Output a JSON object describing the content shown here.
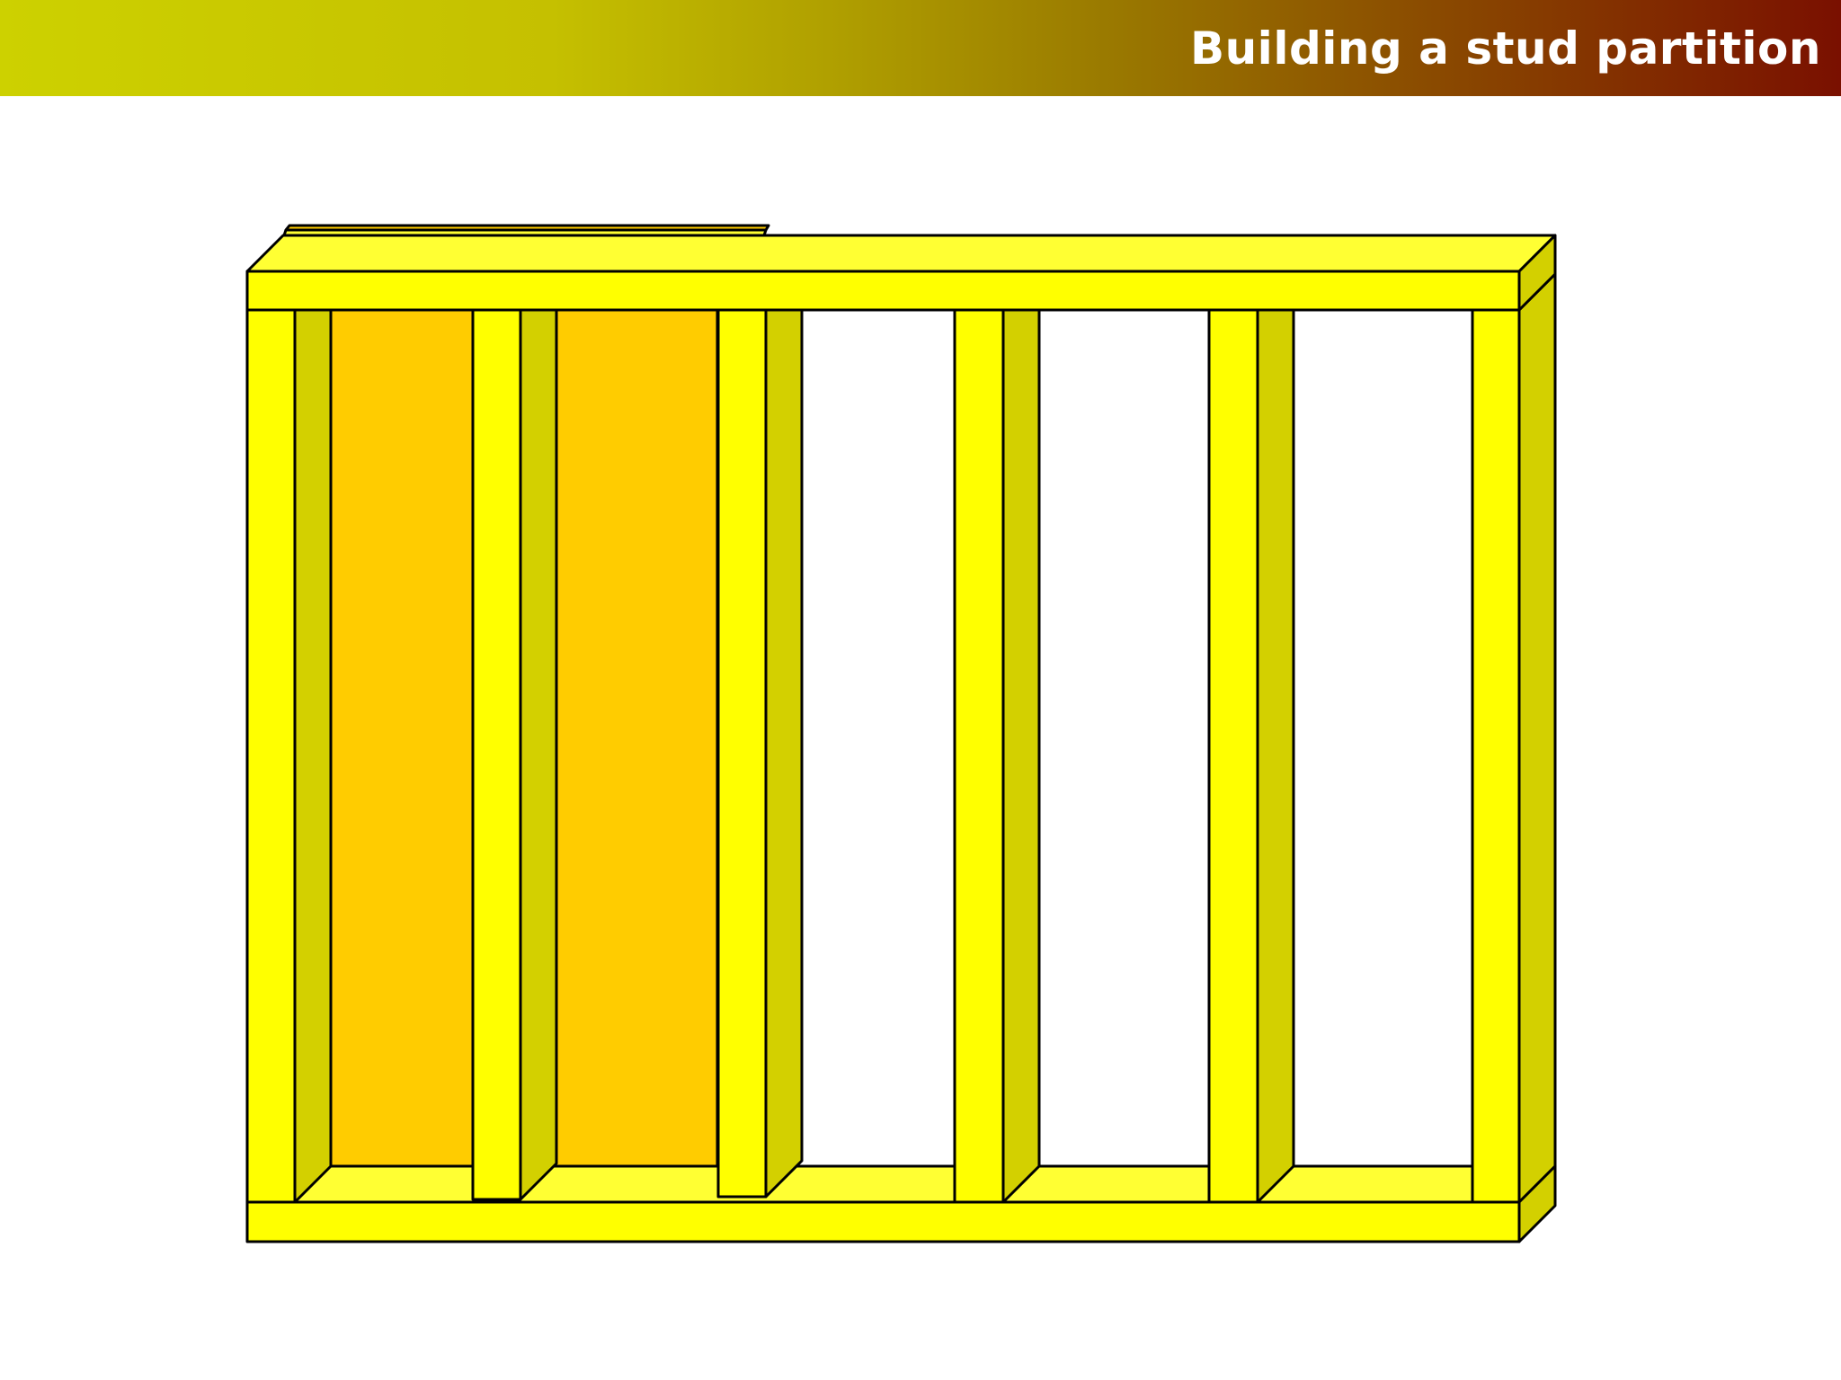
{
  "slide": {
    "title": "Building a stud partition"
  },
  "colors": {
    "header_gradient_start": "#cdd100",
    "header_gradient_end": "#7a1000",
    "title_text": "#ffffff",
    "timber_front": "#ffff00",
    "timber_top": "#ffff33",
    "timber_side": "#d3d000",
    "plasterboard": "#ffcc00",
    "outline": "#000000"
  },
  "diagram": {
    "subject": "stud partition frame",
    "members": [
      "head plate",
      "sole plate",
      "studs"
    ],
    "stud_count": 6,
    "boarded_bays": 2,
    "open_bays": 3
  }
}
